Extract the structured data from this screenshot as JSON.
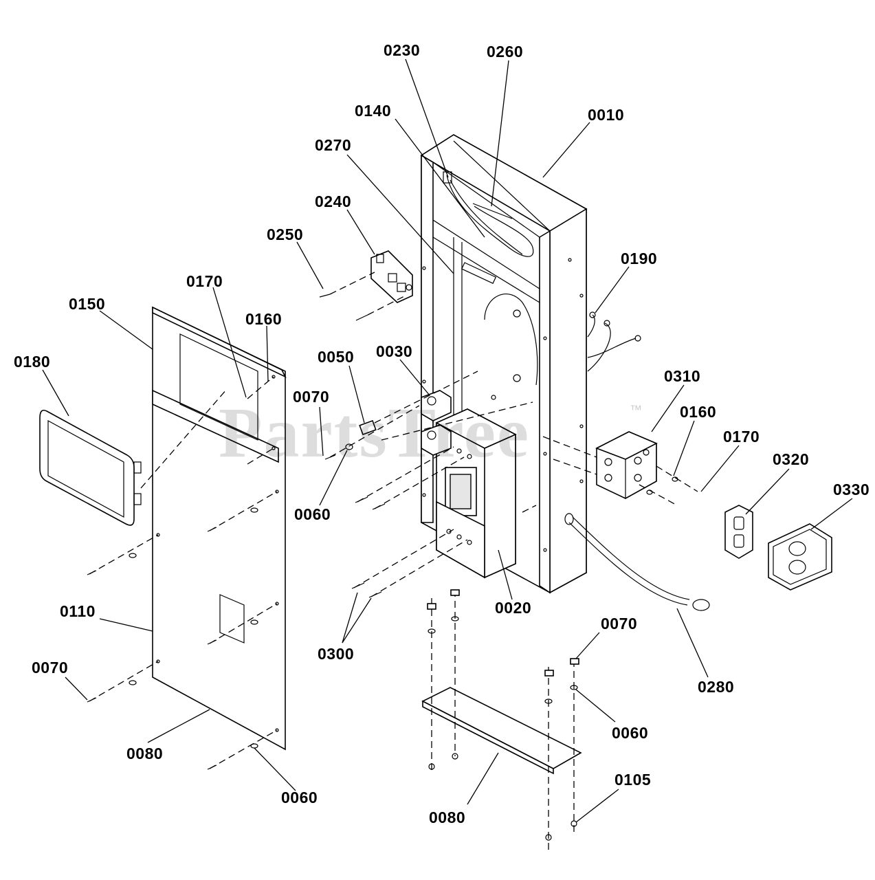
{
  "diagram": {
    "callouts": [
      {
        "id": "c0010",
        "label": "0010"
      },
      {
        "id": "c0020",
        "label": "0020"
      },
      {
        "id": "c0030",
        "label": "0030"
      },
      {
        "id": "c0050",
        "label": "0050"
      },
      {
        "id": "c0060a",
        "label": "0060"
      },
      {
        "id": "c0060b",
        "label": "0060"
      },
      {
        "id": "c0060c",
        "label": "0060"
      },
      {
        "id": "c0070a",
        "label": "0070"
      },
      {
        "id": "c0070b",
        "label": "0070"
      },
      {
        "id": "c0070c",
        "label": "0070"
      },
      {
        "id": "c0080a",
        "label": "0080"
      },
      {
        "id": "c0080b",
        "label": "0080"
      },
      {
        "id": "c0105",
        "label": "0105"
      },
      {
        "id": "c0110",
        "label": "0110"
      },
      {
        "id": "c0140",
        "label": "0140"
      },
      {
        "id": "c0150",
        "label": "0150"
      },
      {
        "id": "c0160a",
        "label": "0160"
      },
      {
        "id": "c0160b",
        "label": "0160"
      },
      {
        "id": "c0170a",
        "label": "0170"
      },
      {
        "id": "c0170b",
        "label": "0170"
      },
      {
        "id": "c0180",
        "label": "0180"
      },
      {
        "id": "c0190",
        "label": "0190"
      },
      {
        "id": "c0230",
        "label": "0230"
      },
      {
        "id": "c0240",
        "label": "0240"
      },
      {
        "id": "c0250",
        "label": "0250"
      },
      {
        "id": "c0260",
        "label": "0260"
      },
      {
        "id": "c0270",
        "label": "0270"
      },
      {
        "id": "c0280",
        "label": "0280"
      },
      {
        "id": "c0300",
        "label": "0300"
      },
      {
        "id": "c0310",
        "label": "0310"
      },
      {
        "id": "c0320",
        "label": "0320"
      },
      {
        "id": "c0330",
        "label": "0330"
      }
    ],
    "watermark": "PartsTree",
    "trademark": "™"
  }
}
